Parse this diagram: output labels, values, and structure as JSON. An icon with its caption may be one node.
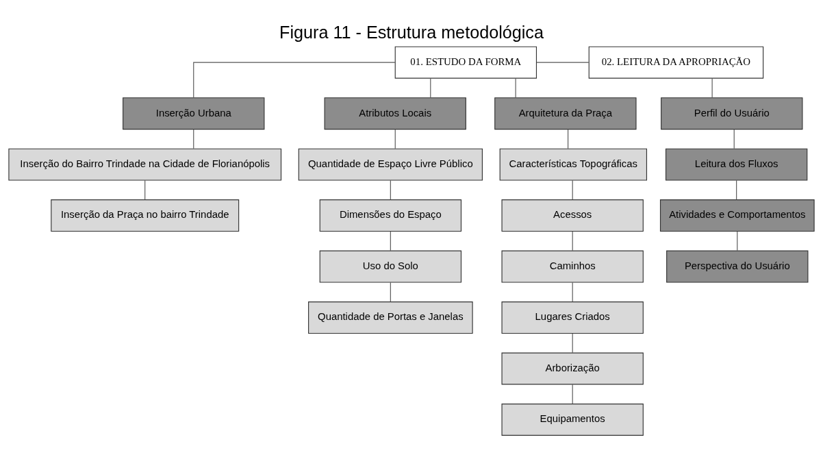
{
  "diagram": {
    "title": "Figura 11 - Estrutura metodológica",
    "nodes": [
      {
        "text": [
          "01. ESTUDO DA FORMA"
        ]
      },
      {
        "text": [
          "02. LEITURA DA APROPRIAÇÃO"
        ]
      },
      {
        "text": [
          "Inserção Urbana"
        ]
      },
      {
        "text": [
          "Atributos Locais"
        ]
      },
      {
        "text": [
          "Arquitetura da Praça"
        ]
      },
      {
        "text": [
          "Perfil do Usuário"
        ]
      },
      {
        "text": [
          "Inserção do Bairro Trindade na Cidade de Florianópolis"
        ]
      },
      {
        "text": [
          "Inserção da Praça no bairro Trindade"
        ]
      },
      {
        "text": [
          "Quantidade de Espaço Livre Público"
        ]
      },
      {
        "text": [
          "Dimensões do Espaço"
        ]
      },
      {
        "text": [
          "Uso do Solo"
        ]
      },
      {
        "text": [
          "Quantidade de Portas e Janelas"
        ]
      },
      {
        "text": [
          "Características Topográficas"
        ]
      },
      {
        "text": [
          "Acessos"
        ]
      },
      {
        "text": [
          "Caminhos"
        ]
      },
      {
        "text": [
          "Lugares Criados"
        ]
      },
      {
        "text": [
          "Arborização"
        ]
      },
      {
        "text": [
          "Equipamentos"
        ]
      },
      {
        "text": [
          "Leitura dos Fluxos"
        ]
      },
      {
        "text": [
          "Atividades e Comportamentos"
        ]
      },
      {
        "text": [
          "Perspectiva do Usuário"
        ]
      }
    ],
    "edges": [
      {
        "from": 0,
        "to": 1,
        "arrow": "none"
      },
      {
        "from": 0,
        "to": 2,
        "arrow": "none"
      },
      {
        "from": 0,
        "to": 3,
        "arrow": "none"
      },
      {
        "from": 0,
        "to": 4,
        "arrow": "none"
      },
      {
        "from": 1,
        "to": 5,
        "arrow": "none"
      },
      {
        "from": 2,
        "to": 6,
        "arrow": "none"
      },
      {
        "from": 6,
        "to": 7,
        "arrow": "none"
      },
      {
        "from": 3,
        "to": 8,
        "arrow": "none"
      },
      {
        "from": 8,
        "to": 9,
        "arrow": "none"
      },
      {
        "from": 9,
        "to": 10,
        "arrow": "none"
      },
      {
        "from": 10,
        "to": 11,
        "arrow": "none"
      },
      {
        "from": 4,
        "to": 12,
        "arrow": "none"
      },
      {
        "from": 12,
        "to": 13,
        "arrow": "none"
      },
      {
        "from": 13,
        "to": 14,
        "arrow": "none"
      },
      {
        "from": 14,
        "to": 15,
        "arrow": "none"
      },
      {
        "from": 15,
        "to": 16,
        "arrow": "none"
      },
      {
        "from": 16,
        "to": 17,
        "arrow": "none"
      },
      {
        "from": 5,
        "to": 18,
        "arrow": "none"
      },
      {
        "from": 18,
        "to": 19,
        "arrow": "none"
      },
      {
        "from": 19,
        "to": 20,
        "arrow": "none"
      }
    ]
  }
}
